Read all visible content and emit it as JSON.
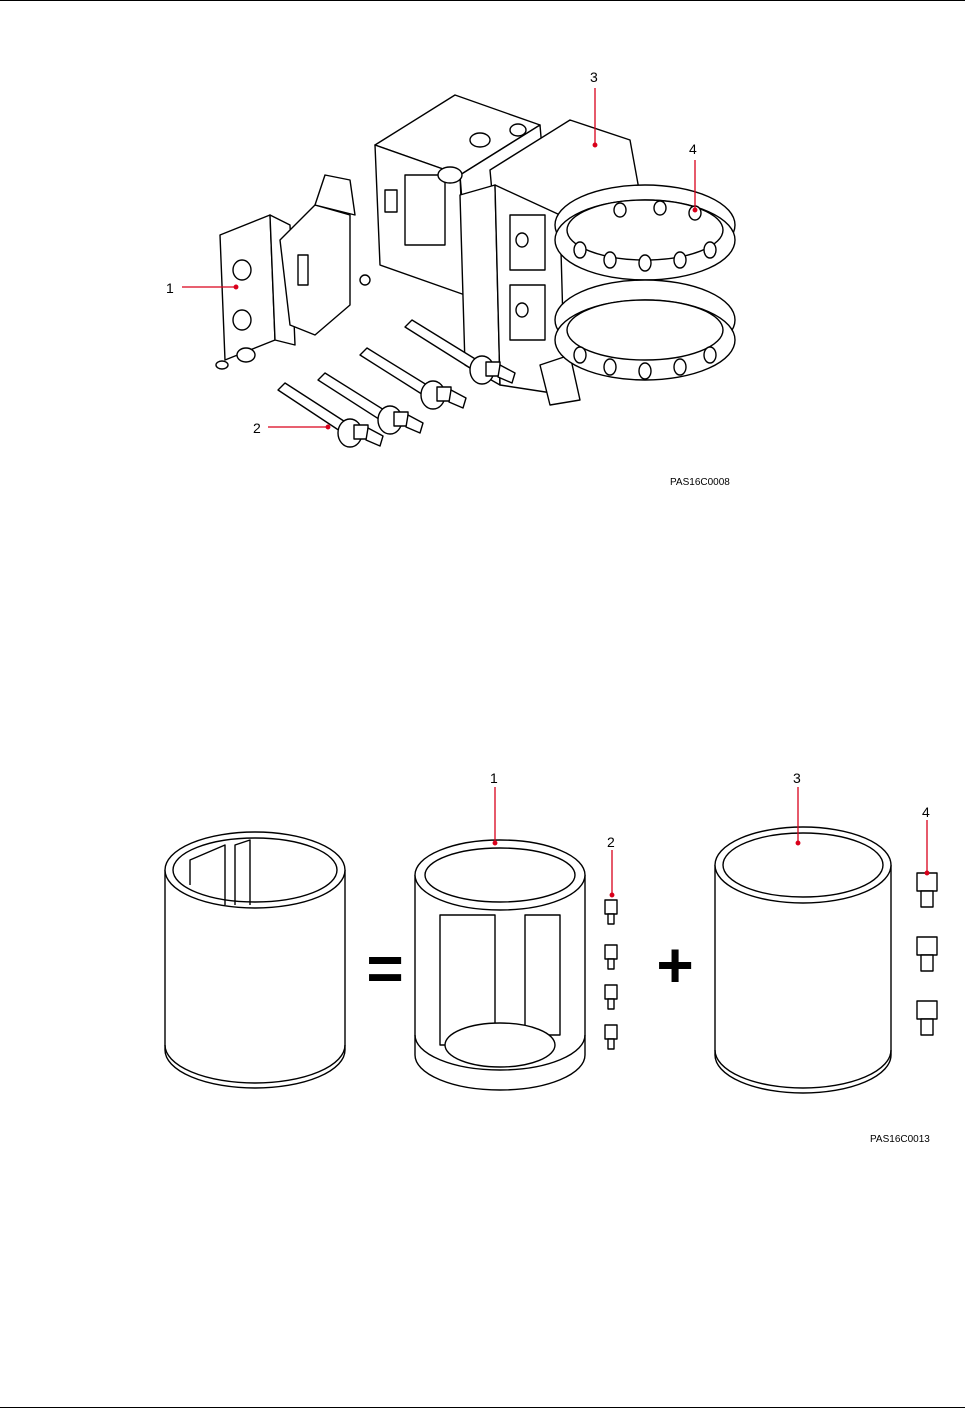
{
  "figure1": {
    "callouts": [
      "1",
      "2",
      "3",
      "4"
    ],
    "figure_id": "PAS16C0008",
    "leader_color": "#d9001b"
  },
  "figure2": {
    "callouts": [
      "1",
      "2",
      "3",
      "4"
    ],
    "figure_id": "PAS16C0013",
    "equals_symbol": "=",
    "plus_symbol": "+",
    "leader_color": "#d9001b"
  }
}
